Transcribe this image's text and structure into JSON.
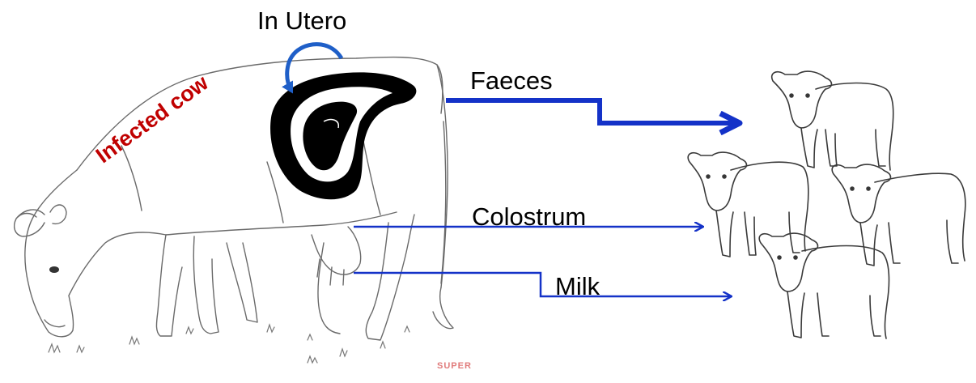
{
  "labels": {
    "in_utero": "In Utero",
    "faeces": "Faeces",
    "colostrum": "Colostrum",
    "milk": "Milk",
    "infected_cow": "Infected cow"
  },
  "watermark": "SUPER",
  "colors": {
    "arrow": "#1432c8",
    "infected_text": "#c00000",
    "fetus_fill": "#000000",
    "outline": "#555555"
  },
  "icons": [
    "cow-illustration",
    "calf-illustration",
    "fetus-in-uterus",
    "curved-arrow"
  ]
}
